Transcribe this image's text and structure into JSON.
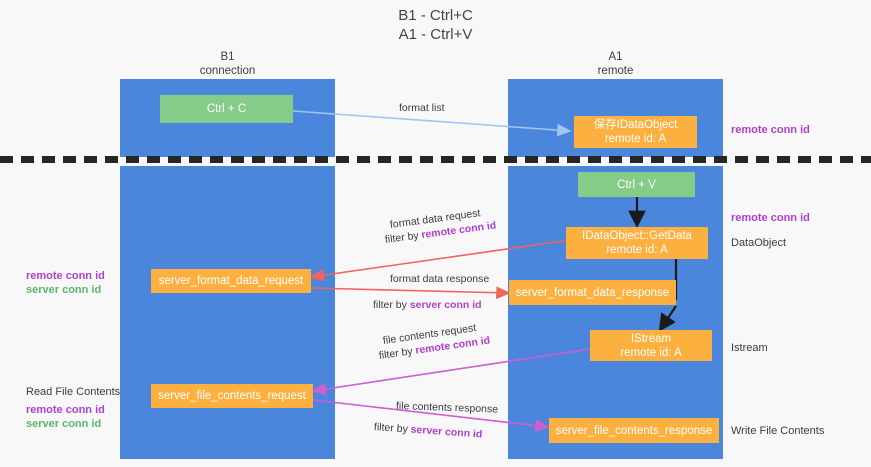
{
  "diagram": {
    "title_line1": "B1 - Ctrl+C",
    "title_line2": "A1 - Ctrl+V",
    "columns": [
      {
        "name": "b1",
        "line1": "B1",
        "line2": "connection"
      },
      {
        "name": "a1",
        "line1": "A1",
        "line2": "remote"
      }
    ],
    "colors": {
      "lane": "#4a86dc",
      "green_node": "#85cc89",
      "orange_node": "#fbb040",
      "purple_label": "#b03fd0",
      "green_label": "#56b96a",
      "divider": "#262626",
      "arrow_blue": "#9fc5f0",
      "arrow_red": "#f0645c",
      "arrow_magenta": "#cf5ecf",
      "arrow_black": "#1a1a1a"
    },
    "nodes": [
      {
        "id": "ctrl-c",
        "line1": "Ctrl + C",
        "line2": ""
      },
      {
        "id": "save-idataobject",
        "line1": "保存IDataObject",
        "line2": "remote id: A"
      },
      {
        "id": "ctrl-v",
        "line1": "Ctrl + V",
        "line2": ""
      },
      {
        "id": "idataobject-getdata",
        "line1": "IDataObject::GetData",
        "line2": "remote id: A"
      },
      {
        "id": "server-format-data-request",
        "line1": "server_format_data_request",
        "line2": ""
      },
      {
        "id": "server-format-data-response",
        "line1": "server_format_data_response",
        "line2": ""
      },
      {
        "id": "istream",
        "line1": "IStream",
        "line2": "remote id: A"
      },
      {
        "id": "server-file-contents-request",
        "line1": "server_file_contents_request",
        "line2": ""
      },
      {
        "id": "server-file-contents-response",
        "line1": "server_file_contents_response",
        "line2": ""
      }
    ],
    "edge_labels": [
      {
        "id": "format-list",
        "text": "format list",
        "highlight": ""
      },
      {
        "id": "format-data-request",
        "text": "format data request",
        "highlight": ""
      },
      {
        "id": "format-data-request-filter",
        "prefix": "filter by ",
        "highlight": "remote conn id"
      },
      {
        "id": "format-data-response",
        "text": "format data response",
        "highlight": ""
      },
      {
        "id": "format-data-response-filter",
        "prefix": "filter by ",
        "highlight": "server conn id"
      },
      {
        "id": "file-contents-request",
        "text": "file contents request",
        "highlight": ""
      },
      {
        "id": "file-contents-request-filter",
        "prefix": "filter by ",
        "highlight": "remote conn id"
      },
      {
        "id": "file-contents-response",
        "text": "file contents response",
        "highlight": ""
      },
      {
        "id": "file-contents-response-filter",
        "prefix": "filter by ",
        "highlight": "server conn id"
      }
    ],
    "side_labels": {
      "right_remote_conn_top": "remote conn id",
      "right_remote_conn_mid": "remote conn id",
      "right_dataobject": "DataObject",
      "right_istream": "Istream",
      "right_write_file_contents": "Write File Contents",
      "left_remote_conn_mid": "remote conn id",
      "left_server_conn_mid": "server conn id",
      "left_read_file_contents": "Read File Contents",
      "left_remote_conn_bottom": "remote conn id",
      "left_server_conn_bottom": "server conn id"
    }
  }
}
